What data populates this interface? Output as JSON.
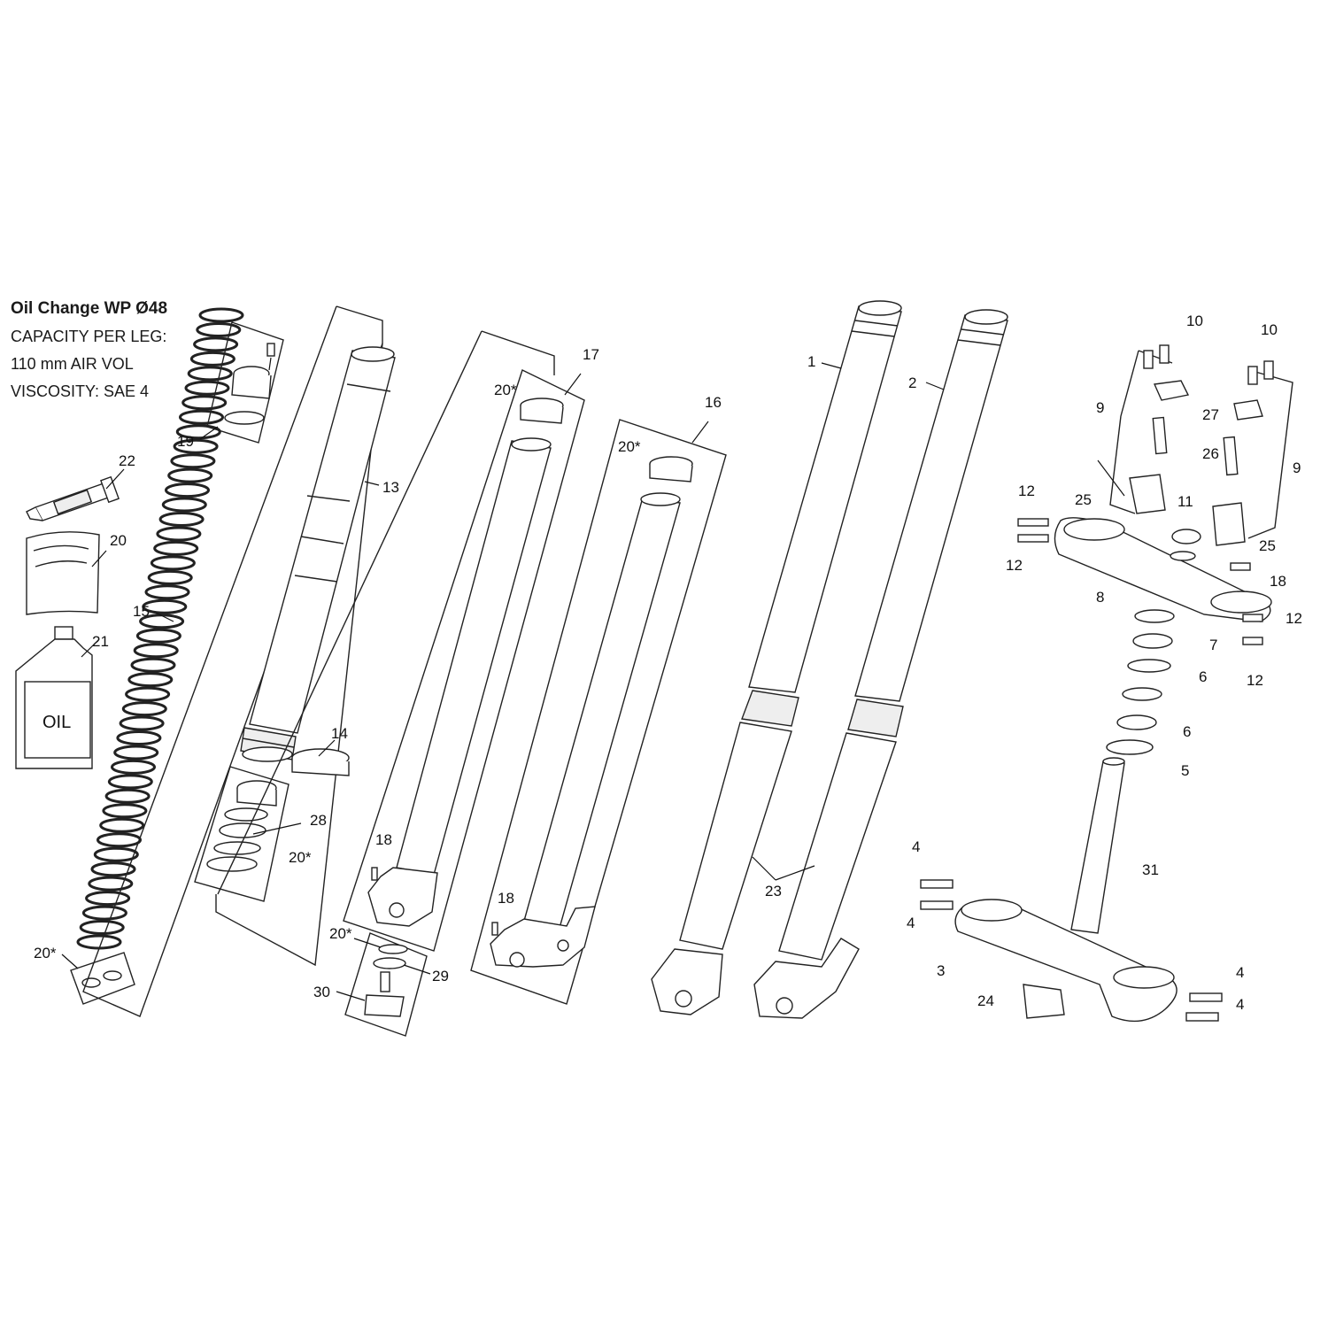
{
  "notes": {
    "title": "Oil Change WP Ø48",
    "capacity": "CAPACITY PER LEG:",
    "air_vol": "110 mm AIR VOL",
    "viscosity": "VISCOSITY: SAE 4"
  },
  "bottle_label": "OIL",
  "callouts": {
    "c1": "1",
    "c2": "2",
    "c3": "3",
    "c4a": "4",
    "c4b": "4",
    "c4c": "4",
    "c4d": "4",
    "c5": "5",
    "c6a": "6",
    "c6b": "6",
    "c7": "7",
    "c8": "8",
    "c9a": "9",
    "c9b": "9",
    "c10a": "10",
    "c10b": "10",
    "c11": "11",
    "c12a": "12",
    "c12b": "12",
    "c12c": "12",
    "c12d": "12",
    "c13": "13",
    "c14": "14",
    "c15": "15",
    "c16": "16",
    "c17": "17",
    "c18a": "18",
    "c18b": "18",
    "c18c": "18",
    "c19": "19",
    "c20a": "20*",
    "c20b": "20*",
    "c20c": "20*",
    "c20d": "20*",
    "c20e": "20*",
    "c20": "20",
    "c21": "21",
    "c22": "22",
    "c23": "23",
    "c24": "24",
    "c25a": "25",
    "c25b": "25",
    "c26": "26",
    "c27": "27",
    "c28": "28",
    "c29": "29",
    "c30": "30",
    "c31": "31"
  }
}
